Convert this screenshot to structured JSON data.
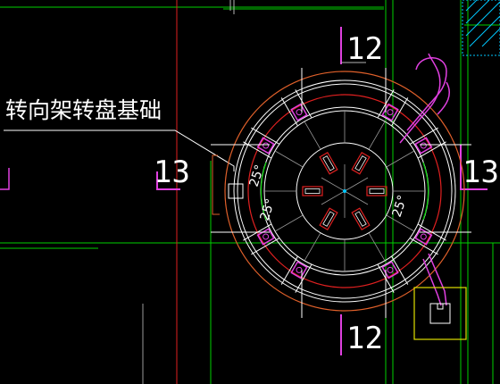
{
  "drawing": {
    "title_label": "转向架转盘基础",
    "section_marks": {
      "top": "12",
      "bottom": "12",
      "left": "13",
      "right": "13"
    },
    "angle_labels": {
      "left_upper": "25°",
      "left_lower": "25°",
      "right": "25°"
    }
  },
  "colors": {
    "background": "#000000",
    "orange_circle": "#e0602a",
    "red_circle": "#e02020",
    "white_lines": "#ffffff",
    "grey_lines": "#b4b4b4",
    "magenta_marks": "#e040e0",
    "green_lines": "#00e000",
    "yellow_box": "#e0e000",
    "cyan_lines": "#00c8ff"
  }
}
